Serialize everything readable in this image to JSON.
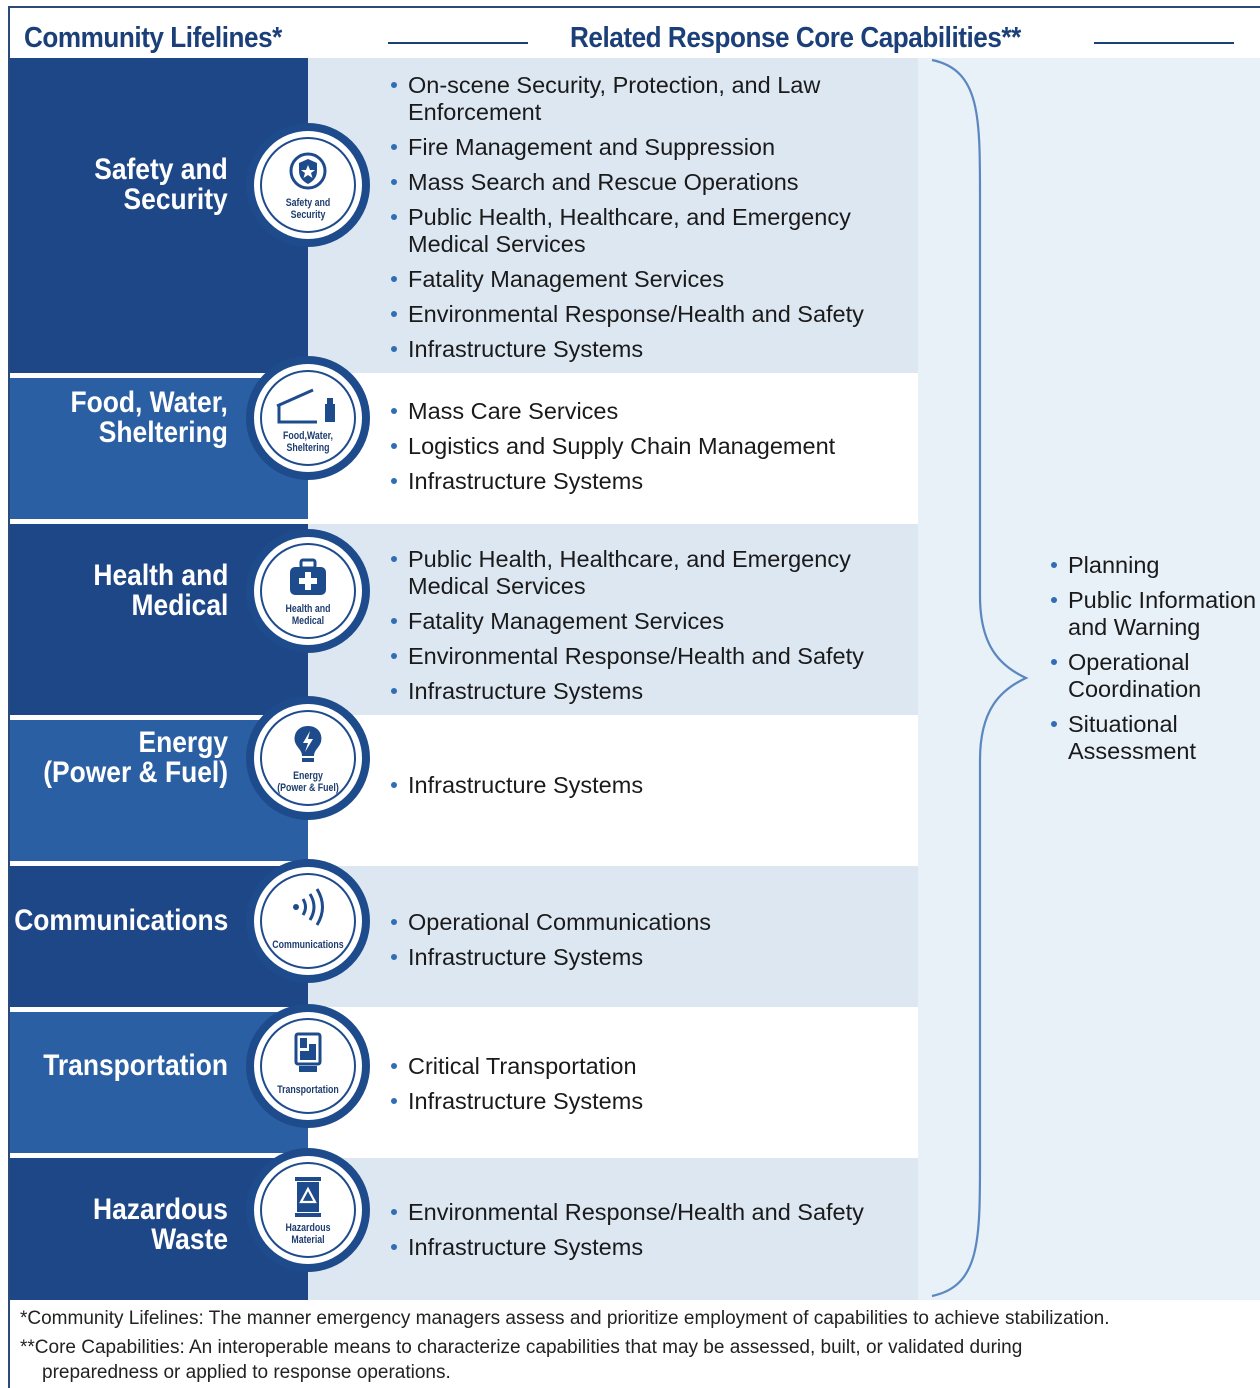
{
  "header": {
    "left_title": "Community Lifelines*",
    "right_title": "Related Response Core Capabilities**"
  },
  "colors": {
    "dark_navy": "#1e4787",
    "medium_blue": "#2b5fa3",
    "panel_light": "#e8f0f8",
    "bullet_blue": "#2f6db5"
  },
  "lifelines": [
    {
      "label_lines": [
        "Safety and",
        "Security"
      ],
      "badge_lines": [
        "Safety and",
        "Security"
      ],
      "icon": "shield-star-icon",
      "capabilities": [
        "On-scene Security, Protection, and Law Enforcement",
        "Fire Management and Suppression",
        "Mass Search and Rescue Operations",
        "Public Health, Healthcare, and Emergency Medical Services",
        "Fatality Management Services",
        "Environmental Response/Health and Safety",
        "Infrastructure Systems"
      ]
    },
    {
      "label_lines": [
        "Food, Water,",
        "Sheltering"
      ],
      "badge_lines": [
        "Food,Water,",
        "Sheltering"
      ],
      "icon": "shelter-bottle-icon",
      "capabilities": [
        "Mass Care Services",
        "Logistics and Supply Chain Management",
        "Infrastructure Systems"
      ]
    },
    {
      "label_lines": [
        "Health and",
        "Medical"
      ],
      "badge_lines": [
        "Health and",
        "Medical"
      ],
      "icon": "medical-kit-icon",
      "capabilities": [
        "Public Health, Healthcare, and Emergency Medical Services",
        "Fatality Management Services",
        "Environmental Response/Health and Safety",
        "Infrastructure Systems"
      ]
    },
    {
      "label_lines": [
        "Energy",
        "(Power & Fuel)"
      ],
      "badge_lines": [
        "Energy",
        "(Power & Fuel)"
      ],
      "icon": "lightbulb-bolt-icon",
      "capabilities": [
        "Infrastructure Systems"
      ]
    },
    {
      "label_lines": [
        "Communications"
      ],
      "badge_lines": [
        "Communications"
      ],
      "icon": "signal-waves-icon",
      "capabilities": [
        "Operational Communications",
        "Infrastructure Systems"
      ]
    },
    {
      "label_lines": [
        "Transportation"
      ],
      "badge_lines": [
        "Transportation"
      ],
      "icon": "traffic-signal-icon",
      "capabilities": [
        "Critical Transportation",
        "Infrastructure Systems"
      ]
    },
    {
      "label_lines": [
        "Hazardous Waste"
      ],
      "badge_lines": [
        "Hazardous",
        "Material"
      ],
      "icon": "hazard-barrel-icon",
      "capabilities": [
        "Environmental Response/Health and Safety",
        "Infrastructure Systems"
      ]
    }
  ],
  "shared_capabilities": [
    "Planning",
    "Public Information and Warning",
    "Operational Coordination",
    "Situational Assessment"
  ],
  "footnotes": {
    "lifelines": "*Community Lifelines: The manner emergency managers assess and prioritize employment of capabilities to achieve stabilization.",
    "core_line1": "**Core Capabilities: An interoperable means to characterize capabilities that may be assessed, built, or validated during",
    "core_line2": "preparedness or applied to response operations."
  }
}
